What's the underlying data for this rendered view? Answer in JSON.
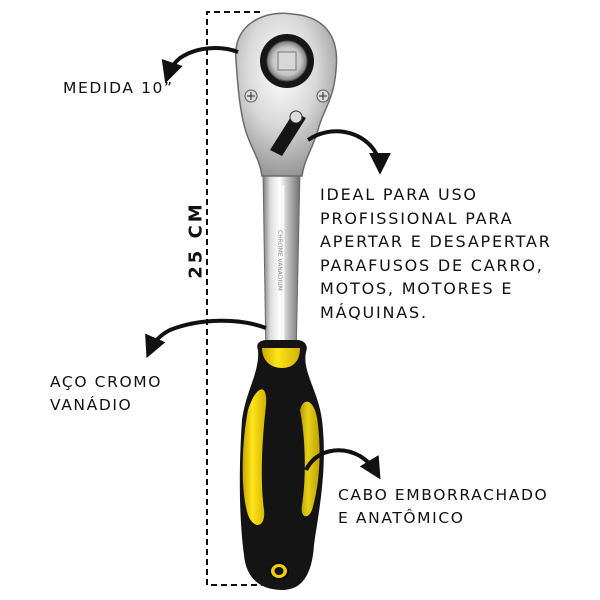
{
  "callouts": {
    "size": "MEDIDA 10”",
    "usage": [
      "IDEAL PARA USO",
      "PROFISSIONAL PARA",
      "APERTAR E DESAPERTAR",
      "PARAFUSOS DE CARRO,",
      "MOTOS, MOTORES E",
      "MÁQUINAS."
    ],
    "material": [
      "AÇO CROMO",
      "VANÁDIO"
    ],
    "handle": [
      "CABO EMBORRACHADO",
      "E ANATÔMICO"
    ]
  },
  "dimension": {
    "length_label": "25 CM"
  },
  "colors": {
    "handle_yellow": "#f3d000",
    "handle_black": "#141414",
    "chrome_light": "#f2f2f2",
    "chrome_dark": "#8a8a8a",
    "text": "#111111"
  },
  "icons": {
    "arrows": [
      "curved-arrow-left-icon",
      "curved-arrow-right-icon"
    ],
    "tool": "ratchet-wrench-image"
  }
}
